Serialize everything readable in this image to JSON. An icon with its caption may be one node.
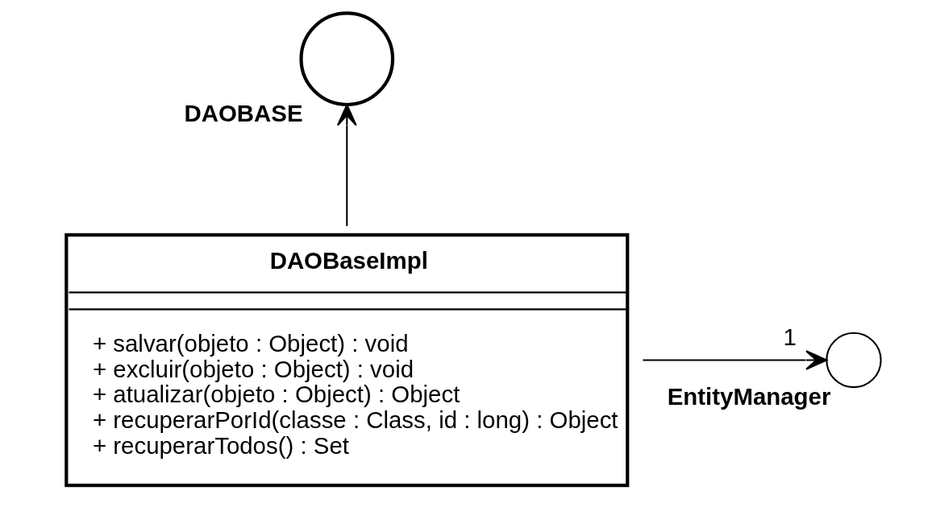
{
  "diagram": {
    "nodes": [
      {
        "text": [
          "DAOBASE"
        ]
      },
      {
        "text": [
          "DAOBaseImpl",
          "+ salvar(objeto : Object) : void",
          "+ excluir(objeto : Object) : void",
          "+ atualizar(objeto : Object) : Object",
          "+ recuperarPorId(classe : Class, id : long) : Object",
          "+ recuperarTodos() : Set"
        ]
      },
      {
        "text": [
          "EntityManager"
        ]
      }
    ],
    "edges": [
      {
        "from": 1,
        "to": 0,
        "arrow": "to"
      },
      {
        "from": 1,
        "to": 2,
        "arrow": "to",
        "label": "1"
      }
    ]
  }
}
